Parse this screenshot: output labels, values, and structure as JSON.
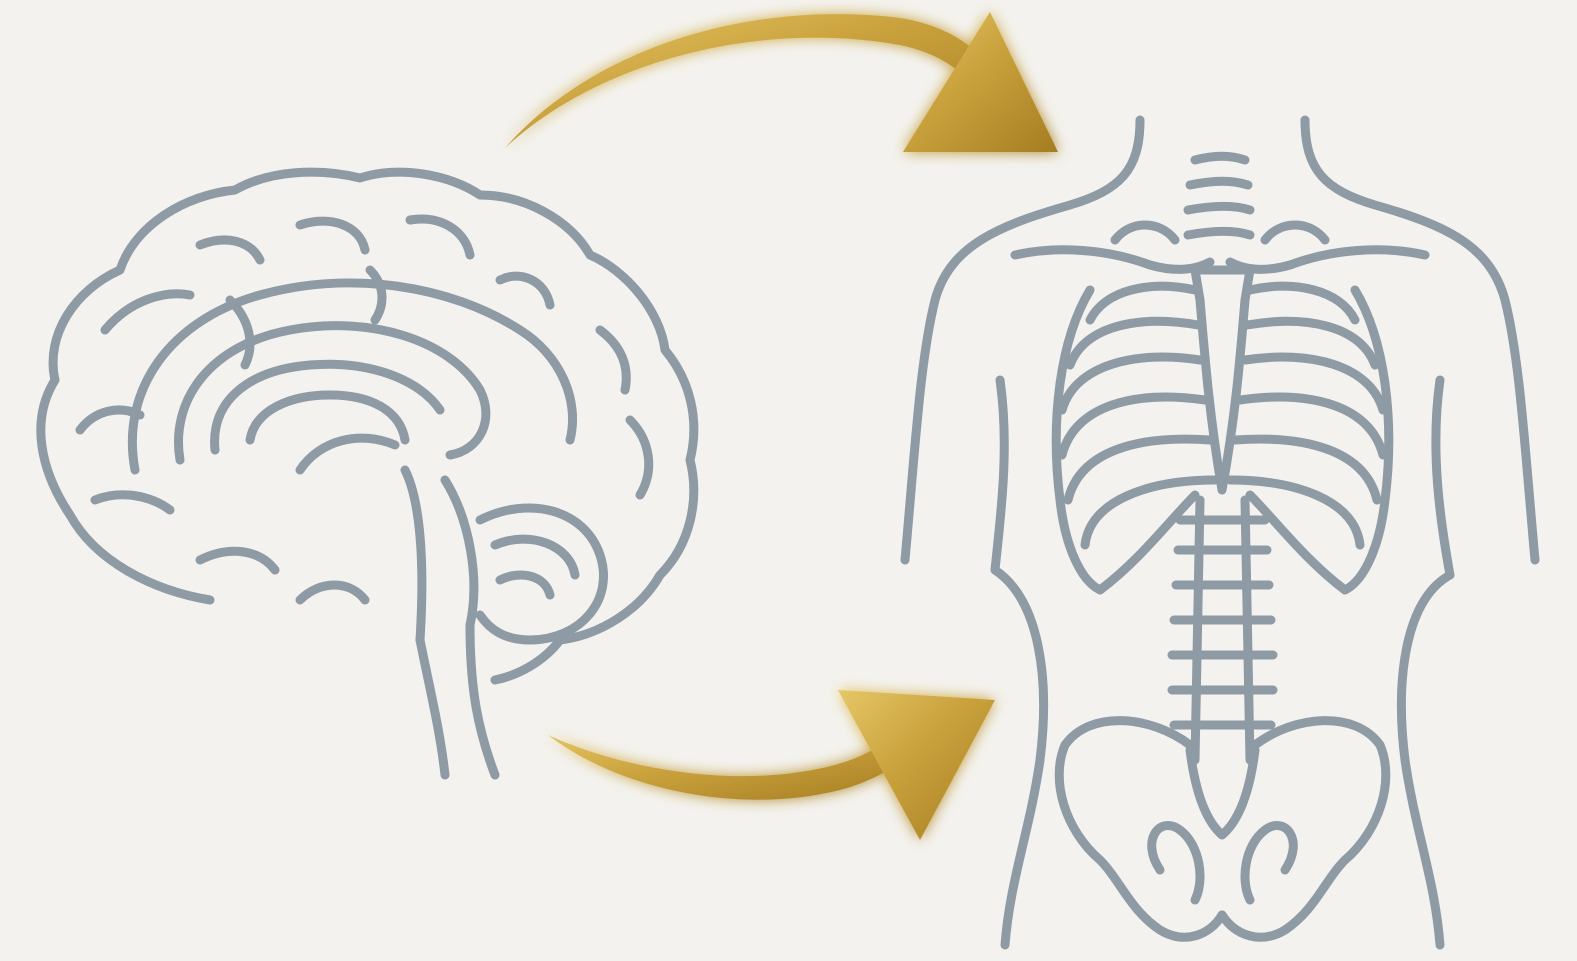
{
  "illustration": {
    "subjects": [
      "brain-sagittal-outline",
      "torso-skeleton-outline"
    ],
    "connectors": [
      "curved-arrow-top",
      "curved-arrow-bottom"
    ],
    "colors": {
      "background": "#f3f2ee",
      "line_art": "#8e9aa4",
      "arrow_gold_light": "#e6c766",
      "arrow_gold": "#c9a13c",
      "arrow_gold_dark": "#a57d22",
      "glow": "#f2cf6a"
    }
  }
}
